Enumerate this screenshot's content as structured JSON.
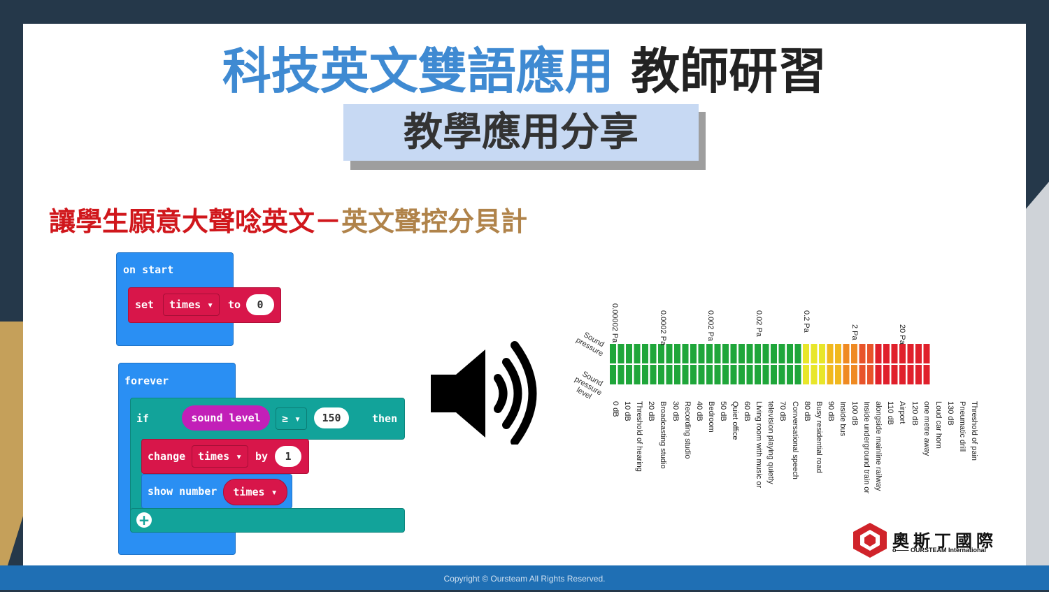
{
  "title": {
    "blue_part": "科技英文雙語應用",
    "dark_part": "教師研習"
  },
  "subtitle": "教學應用分享",
  "heading": {
    "red_part": "讓學生願意大聲唸英文－",
    "tan_part": "英文聲控分貝計"
  },
  "blocks": {
    "on_start": {
      "label": "on start",
      "set": "set",
      "var": "times",
      "to": "to",
      "value": "0"
    },
    "forever": {
      "label": "forever",
      "if": "if",
      "sensor": "sound level",
      "operator": "≥",
      "threshold": "150",
      "then": "then",
      "change": "change",
      "change_var": "times",
      "by": "by",
      "by_value": "1",
      "show": "show number",
      "show_var": "times"
    }
  },
  "sound_chart": {
    "pressure_label": "Sound pressure",
    "level_label": "Sound pressure level",
    "pa_ticks": [
      "0.00002 Pa",
      "0.0002 Pa",
      "0.002 Pa",
      "0.02 Pa",
      "0.2 Pa",
      "2 Pa",
      "20 Pa"
    ],
    "db_labels": [
      "0 dB",
      "10 dB",
      "Threshold of hearing",
      "20 dB",
      "Broadcasting studio",
      "30 dB",
      "Recording studio",
      "40 dB",
      "Bedroom",
      "50 dB",
      "Quiet office",
      "60 dB",
      "Living room with music or",
      "television playing quietly",
      "70 dB",
      "Conversational speech",
      "80 dB",
      "Busy residential road",
      "90 dB",
      "Inside bus",
      "100 dB",
      "Inside underground train or",
      "alongside mainline railway",
      "110 dB",
      "Airport",
      "120 dB",
      "one metre away",
      "Loud car horn",
      "130 dB",
      "Pneumatic drill",
      "Threshold of pain"
    ]
  },
  "logo": {
    "name": "奧斯丁國際",
    "sub": "OURSTEAM International"
  },
  "footer": "Copyright © Oursteam All Rights Reserved.",
  "colors": {
    "accent_blue": "#3f8ad2",
    "heading_red": "#d0171c",
    "heading_tan": "#b0834a",
    "footer_blue": "#1f6fb4"
  }
}
